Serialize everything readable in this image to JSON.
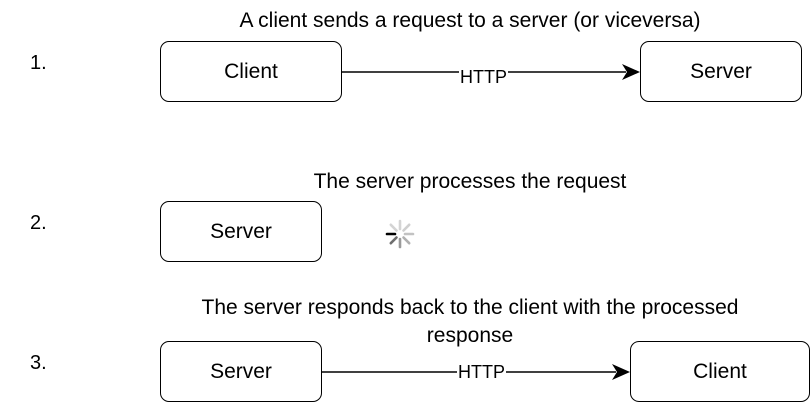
{
  "steps": [
    {
      "number": "1.",
      "caption": "A client sends a request to a server (or viceversa)",
      "source_node": "Client",
      "target_node": "Server",
      "edge_label": "HTTP"
    },
    {
      "number": "2.",
      "caption": "The server processes the request",
      "node": "Server",
      "indicator_icon": "loading-spinner-icon"
    },
    {
      "number": "3.",
      "caption_line1": "The server responds back to the client with the processed",
      "caption_line2": "response",
      "source_node": "Server",
      "target_node": "Client",
      "edge_label": "HTTP"
    }
  ]
}
